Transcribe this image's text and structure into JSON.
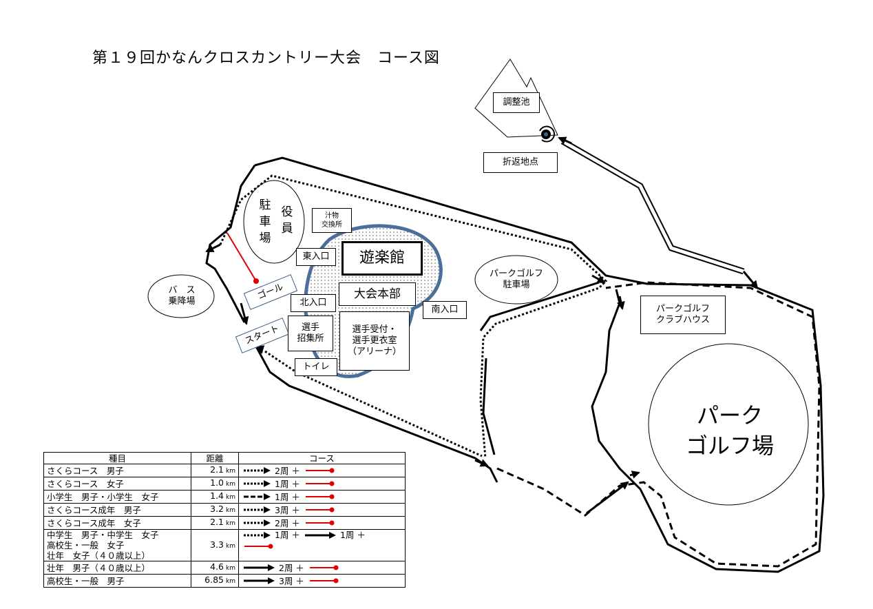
{
  "title": "第１９回かなんクロスカントリー大会　コース図",
  "labels": {
    "pond": "調整池",
    "turnaround": "折返地点",
    "parking_officials": "駐\n車\n場",
    "officials": "役\n員",
    "soup": "汁物\n交換所",
    "gym": "遊楽館",
    "east_entrance": "東入口",
    "hq": "大会本部",
    "north_entrance": "北入口",
    "south_entrance": "南入口",
    "bus": "バ　ス\n乗降場",
    "goal": "ゴール",
    "start": "スタート",
    "athlete_assembly": "選手\n招集所",
    "reception": "選手受付・\n選手更衣室\n（アリーナ）",
    "toilet": "トイレ",
    "pg_parking": "パークゴルフ\n駐車場",
    "pg_clubhouse": "パークゴルフ\nクラブハウス",
    "pg_field": "パーク\nゴルフ場"
  },
  "colors": {
    "pool_fill": "#e4e4e4",
    "pool_border": "#4a6f9a",
    "red_line": "#e00000",
    "box_border_blue": "#3d5d8a"
  },
  "legend": {
    "headers": [
      "種目",
      "距離",
      "コース"
    ],
    "unit": "km",
    "rows": [
      {
        "event": "さくらコース　男子",
        "distance": "2.1",
        "course": [
          {
            "line": "dotted",
            "text": "2周 ＋"
          },
          {
            "line": "red"
          }
        ]
      },
      {
        "event": "さくらコース　女子",
        "distance": "1.0",
        "course": [
          {
            "line": "dotted",
            "text": "1周 ＋"
          },
          {
            "line": "red"
          }
        ]
      },
      {
        "event": "小学生　男子・小学生　女子",
        "distance": "1.4",
        "course": [
          {
            "line": "dashed",
            "text": "1周 ＋"
          },
          {
            "line": "red"
          }
        ]
      },
      {
        "event": "さくらコース成年　男子",
        "distance": "3.2",
        "course": [
          {
            "line": "dotted",
            "text": "3周 ＋"
          },
          {
            "line": "red"
          }
        ]
      },
      {
        "event": "さくらコース成年　女子",
        "distance": "2.1",
        "course": [
          {
            "line": "dotted",
            "text": "2周 ＋"
          },
          {
            "line": "red"
          }
        ]
      },
      {
        "event_lines": [
          "中学生　男子・中学生　女子",
          "高校生・一般　女子",
          "壮年　女子（４０歳以上）"
        ],
        "distance": "3.3",
        "course": [
          {
            "line": "dotted",
            "text": "1周 ＋"
          },
          {
            "line": "solid",
            "text": "1周 ＋"
          },
          {
            "line": "red"
          }
        ]
      },
      {
        "event": "壮年　男子（４０歳以上）",
        "distance": "4.6",
        "course": [
          {
            "line": "solid",
            "text": "2周 ＋"
          },
          {
            "line": "red"
          }
        ]
      },
      {
        "event": "高校生・一般　男子",
        "distance": "6.85",
        "course": [
          {
            "line": "solid",
            "text": "3周 ＋"
          },
          {
            "line": "red"
          }
        ]
      }
    ]
  }
}
